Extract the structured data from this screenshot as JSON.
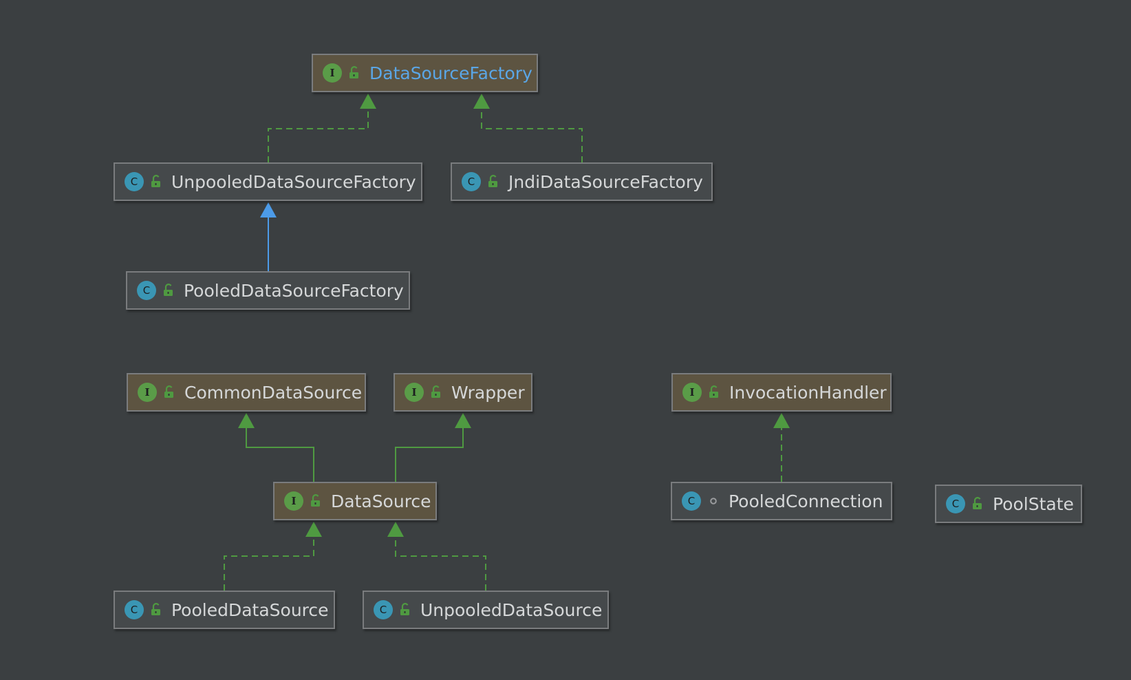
{
  "colors": {
    "background": "#3b3f41",
    "interface_fill": "#5d5441",
    "class_fill": "#45494b",
    "implements_edge": "#4f9a41",
    "extends_edge": "#4c9be8",
    "interface_icon": "#5a9c48",
    "class_icon": "#3a96b4",
    "selected_label": "#5aa6e6"
  },
  "icons": {
    "interface_letter": "I",
    "class_letter": "C",
    "public": "unlocked-padlock-icon",
    "package_private": "dot-icon"
  },
  "nodes": [
    {
      "id": "datasourcefactory",
      "label": "DataSourceFactory",
      "kind": "interface",
      "visibility": "public",
      "selected": true
    },
    {
      "id": "unpooleddatasourcefactory",
      "label": "UnpooledDataSourceFactory",
      "kind": "class",
      "visibility": "public"
    },
    {
      "id": "jndidatasourcefactory",
      "label": "JndiDataSourceFactory",
      "kind": "class",
      "visibility": "public"
    },
    {
      "id": "pooleddatasourcefactory",
      "label": "PooledDataSourceFactory",
      "kind": "class",
      "visibility": "public"
    },
    {
      "id": "commondatasource",
      "label": "CommonDataSource",
      "kind": "interface",
      "visibility": "public"
    },
    {
      "id": "wrapper",
      "label": "Wrapper",
      "kind": "interface",
      "visibility": "public"
    },
    {
      "id": "invocationhandler",
      "label": "InvocationHandler",
      "kind": "interface",
      "visibility": "public"
    },
    {
      "id": "datasource",
      "label": "DataSource",
      "kind": "interface",
      "visibility": "public"
    },
    {
      "id": "pooledconnection",
      "label": "PooledConnection",
      "kind": "class",
      "visibility": "package-private"
    },
    {
      "id": "poolstate",
      "label": "PoolState",
      "kind": "class",
      "visibility": "public"
    },
    {
      "id": "pooleddatasource",
      "label": "PooledDataSource",
      "kind": "class",
      "visibility": "public"
    },
    {
      "id": "unpooleddatasource",
      "label": "UnpooledDataSource",
      "kind": "class",
      "visibility": "public"
    }
  ],
  "edges": [
    {
      "from": "unpooleddatasourcefactory",
      "to": "datasourcefactory",
      "type": "implements"
    },
    {
      "from": "jndidatasourcefactory",
      "to": "datasourcefactory",
      "type": "implements"
    },
    {
      "from": "pooleddatasourcefactory",
      "to": "unpooleddatasourcefactory",
      "type": "extends"
    },
    {
      "from": "datasource",
      "to": "commondatasource",
      "type": "interface-extends"
    },
    {
      "from": "datasource",
      "to": "wrapper",
      "type": "interface-extends"
    },
    {
      "from": "pooledconnection",
      "to": "invocationhandler",
      "type": "implements"
    },
    {
      "from": "pooleddatasource",
      "to": "datasource",
      "type": "implements"
    },
    {
      "from": "unpooleddatasource",
      "to": "datasource",
      "type": "implements"
    }
  ]
}
